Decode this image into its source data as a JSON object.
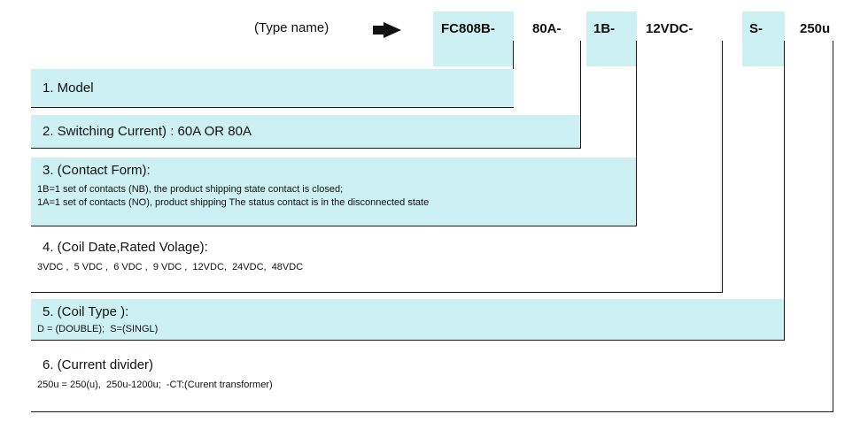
{
  "title_row": {
    "type_label": "(Type name)",
    "arrow_icon": "arrow-right",
    "segments": {
      "model": "FC808B-",
      "current": "80A-",
      "contact": "1B-",
      "voltage": "12VDC-",
      "coil": "S-",
      "divider": "250u"
    }
  },
  "sections": {
    "model": {
      "title": "1. Model"
    },
    "switching_current": {
      "title": "2. Switching Current) : 60A OR 80A"
    },
    "contact_form": {
      "title": "3. (Contact Form):",
      "line1": "1B=1 set of contacts (NB), the product shipping state contact is closed;",
      "line2": "1A=1 set of contacts (NO), product shipping The status contact is in the disconnected state"
    },
    "coil_voltage": {
      "title": "4. (Coil Date,Rated Volage):",
      "line1": "3VDC ,  5 VDC ,  6 VDC ,  9 VDC ,  12VDC,  24VDC,  48VDC"
    },
    "coil_type": {
      "title": "5. (Coil Type ):",
      "line1": "D = (DOUBLE);  S=(SINGL)"
    },
    "current_divider": {
      "title": "6. (Current divider)",
      "line1": "250u = 250(u),  250u-1200u;  -CT:(Curent transformer)"
    }
  },
  "colors": {
    "highlight": "#cdf1f2",
    "line": "#1a1a1a"
  }
}
